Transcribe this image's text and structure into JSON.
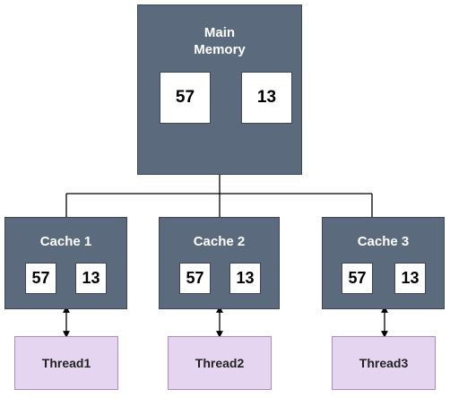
{
  "main_memory": {
    "title_line1": "Main",
    "title_line2": "Memory",
    "values": [
      "57",
      "13"
    ]
  },
  "caches": [
    {
      "title": "Cache 1",
      "values": [
        "57",
        "13"
      ]
    },
    {
      "title": "Cache 2",
      "values": [
        "57",
        "13"
      ]
    },
    {
      "title": "Cache 3",
      "values": [
        "57",
        "13"
      ]
    }
  ],
  "threads": [
    {
      "label": "Thread1"
    },
    {
      "label": "Thread2"
    },
    {
      "label": "Thread3"
    }
  ],
  "colors": {
    "box_fill": "#5b6a7d",
    "box_border": "#3c4756",
    "thread_fill": "#e6d5f0",
    "thread_border": "#a98bbf",
    "connector": "#000000"
  }
}
